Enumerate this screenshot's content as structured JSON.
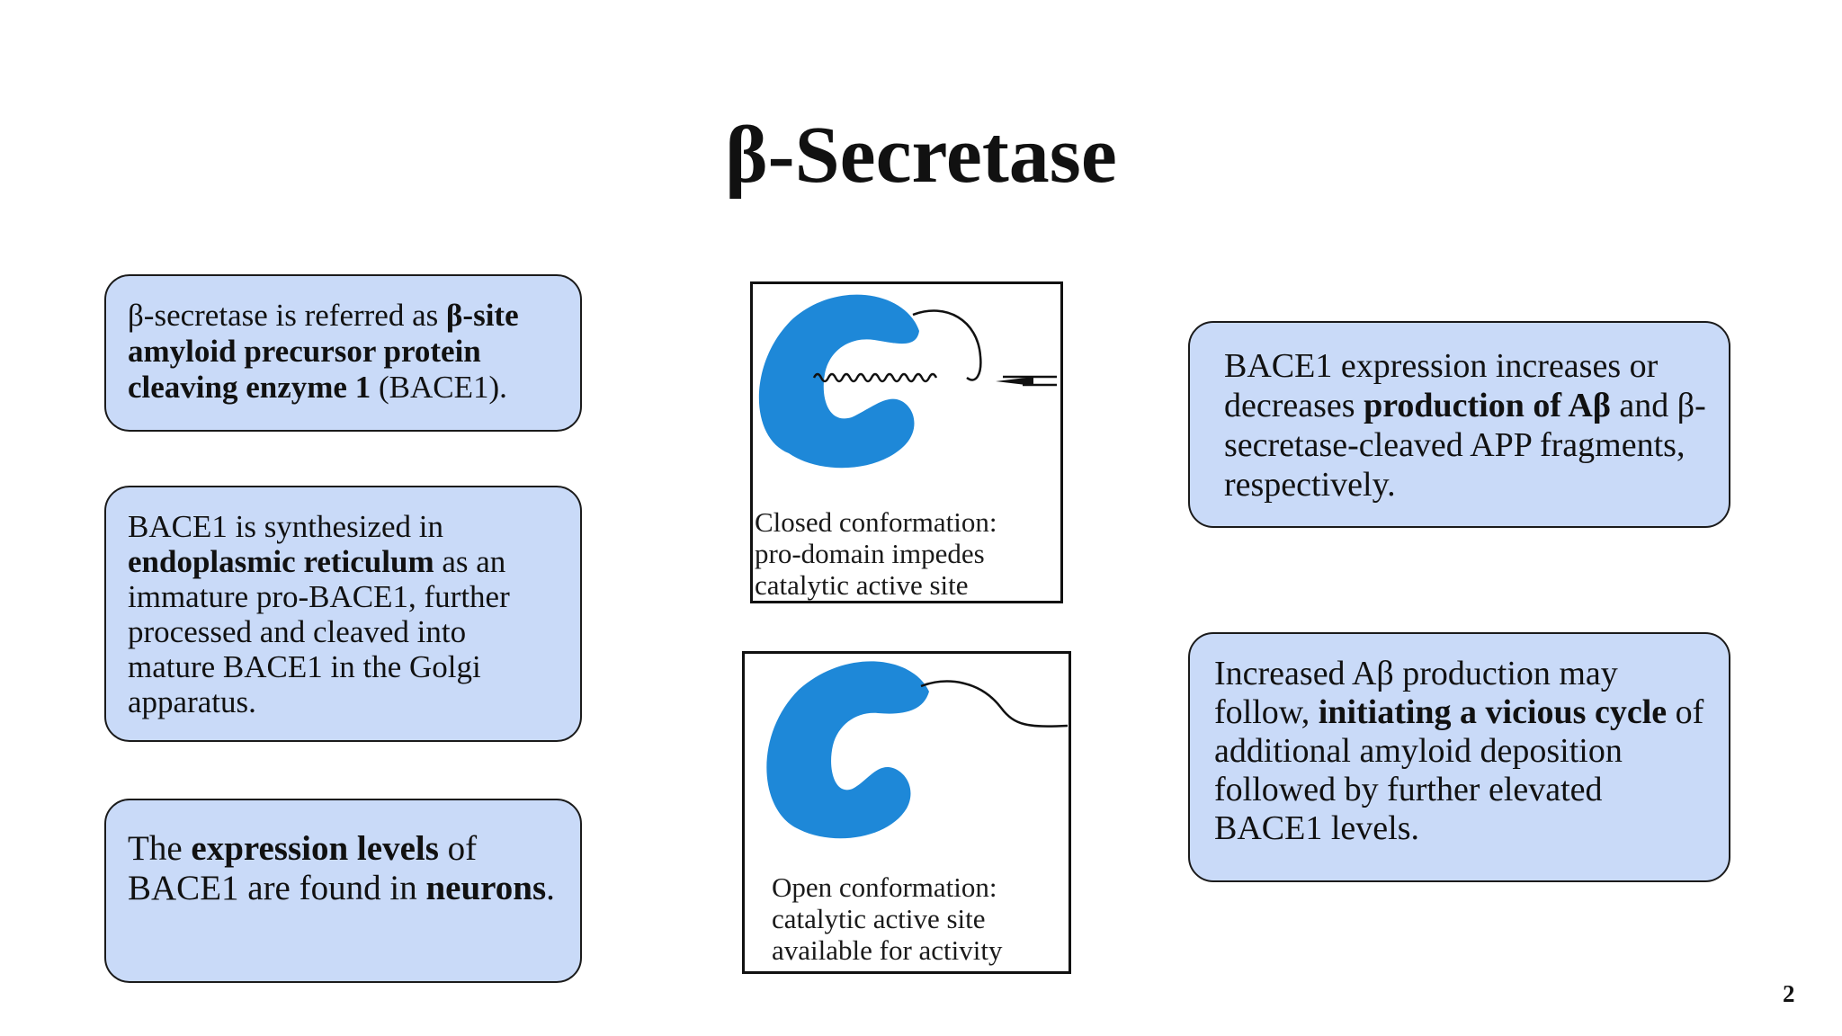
{
  "slide": {
    "title": "β-Secretase",
    "page_number": "2"
  },
  "left_boxes": [
    {
      "runs": [
        {
          "text": "β-secretase is referred as ",
          "bold": false
        },
        {
          "text": "β-site amyloid precursor protein cleaving enzyme 1",
          "bold": true
        },
        {
          "text": " (BACE1).",
          "bold": false
        }
      ]
    },
    {
      "runs": [
        {
          "text": "BACE1 is synthesized in ",
          "bold": false
        },
        {
          "text": "endoplasmic reticulum",
          "bold": true
        },
        {
          "text": " as an immature pro-BACE1, further processed and cleaved into mature BACE1 in the Golgi apparatus.",
          "bold": false
        }
      ]
    },
    {
      "runs": [
        {
          "text": "The ",
          "bold": false
        },
        {
          "text": "expression levels",
          "bold": true
        },
        {
          "text": " of BACE1 are found in ",
          "bold": false
        },
        {
          "text": "neurons",
          "bold": true
        },
        {
          "text": ".",
          "bold": false
        }
      ]
    }
  ],
  "right_boxes": [
    {
      "runs": [
        {
          "text": "BACE1 expression increases or decreases ",
          "bold": false
        },
        {
          "text": "production of Aβ",
          "bold": true
        },
        {
          "text": " and β-secretase-cleaved APP fragments, respectively.",
          "bold": false
        }
      ]
    },
    {
      "runs": [
        {
          "text": "Increased Aβ production may follow, ",
          "bold": false
        },
        {
          "text": "initiating a vicious cycle",
          "bold": true
        },
        {
          "text": " of additional amyloid deposition followed by further elevated BACE1 levels.",
          "bold": false
        }
      ]
    }
  ],
  "figures": {
    "closed": {
      "caption_lines": [
        "Closed conformation:",
        "pro-domain impedes",
        "catalytic active site"
      ]
    },
    "open": {
      "caption_lines": [
        "Open conformation:",
        "catalytic active site",
        "available for activity"
      ]
    }
  },
  "colors": {
    "box_fill": "#c9daf8",
    "enzyme_blue": "#1e88d8"
  }
}
